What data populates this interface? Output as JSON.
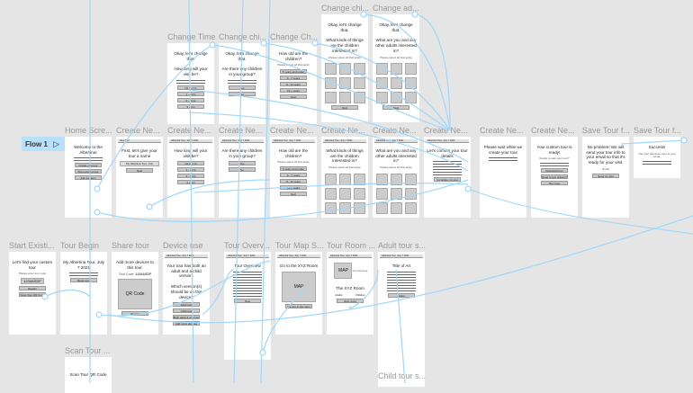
{
  "flow": {
    "label": "Flow 1",
    "icon": "play-icon"
  },
  "header": "Albertina Tour, July 7 2021",
  "top": [
    {
      "title": "Change Time",
      "intro": "Okay, let's change that.",
      "q": "How long will your visit be?",
      "opts": [
        "Up to 1 hr",
        "1 - 2 hrs",
        "2 - 3 hrs",
        "3 + hrs"
      ]
    },
    {
      "title": "Change chi...",
      "intro": "Okay, let's change that.",
      "q": "Are there any children in your group?",
      "opts": [
        "Yes",
        "No"
      ]
    },
    {
      "title": "Change Ch...",
      "q": "How old are the children?",
      "sub": "Please select all that apply",
      "opts": [
        "5 years and under",
        "6 - 7 years",
        "8 - 12 years",
        "13 + years",
        "Next"
      ]
    },
    {
      "title": "Change chi...",
      "intro": "Okay, let's change that.",
      "q": "What kinds of things are the children interested in?",
      "sub": "Please select all that apply",
      "next": "Next"
    },
    {
      "title": "Change ad...",
      "intro": "Okay, let's change that.",
      "q": "What are you and any other adults interested in?",
      "sub": "Please select all that apply",
      "next": "Next"
    }
  ],
  "middle": [
    {
      "title": "Home Scre...",
      "q": "Welcome to the Albertina!",
      "opts": [
        "Create new tour",
        "Start existing tour",
        "Ask museum"
      ]
    },
    {
      "title": "Create Ne...",
      "bar": "New Tour",
      "q": "First, let's give your tour a name",
      "input": "My Albertina Tour, July",
      "opts": [
        "Next"
      ]
    },
    {
      "title": "Create Ne...",
      "q": "How long will your visit be?",
      "opts": [
        "Up to 1 hr",
        "1 - 2 hrs",
        "2 - 3 hrs",
        "3 + hrs"
      ]
    },
    {
      "title": "Create Ne...",
      "q": "Are there any children in your group?",
      "opts": [
        "Yes",
        "No"
      ]
    },
    {
      "title": "Create Ne...",
      "q": "How old are the children?",
      "sub": "Please select all that apply",
      "opts": [
        "5 years and under",
        "6 - 7 years",
        "8 - 12 years",
        "13 + years",
        "Next"
      ]
    },
    {
      "title": "Create Ne...",
      "q": "What kinds of things are the children interested in?",
      "sub": "Please select all that apply"
    },
    {
      "title": "Create Ne...",
      "q": "What are you and any other adults interested in?",
      "sub": "Please select all that apply"
    },
    {
      "title": "Create Ne...",
      "q": "Let's confirm your tour details",
      "opts": [
        "Complete my tour"
      ]
    },
    {
      "title": "Create Ne...",
      "q": "Please wait while we create your tour"
    },
    {
      "title": "Create Ne...",
      "q": "Your custom tour is ready!",
      "sub": "Ready to start your tour?",
      "opts": [
        "Download tour",
        "Need to buy tickets first?",
        "Buy now"
      ]
    },
    {
      "title": "Save Tour f...",
      "q": "No problem! We will send your tour info to your email so that it's ready for your visit.",
      "sub": "Email",
      "opts": [
        "Send my tour"
      ]
    },
    {
      "title": "Save Tour f...",
      "q": "Success!",
      "sub": "Your tour has been sent to your email."
    }
  ],
  "bottom": [
    {
      "title": "Start Existi...",
      "q": "Let's find your custom tour",
      "sub": "Please enter tour code",
      "code": "1234ASDF",
      "opts": [
        "Ready!",
        "Scan Tour QR Code"
      ]
    },
    {
      "title": "Tour Begin",
      "q": "My Albertina Tour, July 7 2021",
      "opts": [
        "Begin tour"
      ]
    },
    {
      "title": "Share tour",
      "q": "Add more devices to this tour.",
      "code_label": "Tour Code:",
      "code": "1234ASDF",
      "ph": "QR Code",
      "opts": [
        "Ready!"
      ]
    },
    {
      "title": "Device use",
      "q": "Your tour has both an adult and a child version.",
      "q2": "Which version(s) should be on this device?",
      "opts": [
        "Adult tour",
        "Child tour",
        "Both adult & child tours",
        "Add more devices"
      ]
    },
    {
      "title": "Tour Overv...",
      "q": "Tour Overview",
      "opts": [
        "Next"
      ]
    },
    {
      "title": "Tour Map S...",
      "q": "Go to the XYZ Room",
      "ph": "MAP",
      "opts": [
        "We are in the room"
      ]
    },
    {
      "title": "Tour Room ...",
      "ph": "MAP",
      "sub": "You are here",
      "q": "The XYZ Room",
      "cols": [
        "Adults",
        "Children"
      ],
      "opts": [
        "Next room"
      ]
    },
    {
      "title": "Adult tour s...",
      "q": "Title of Art",
      "opts": [
        "Share"
      ]
    }
  ],
  "scan": {
    "title": "Scan Tour ...",
    "q": "Scan Tour QR Code"
  },
  "child": {
    "title": "Child tour s..."
  }
}
